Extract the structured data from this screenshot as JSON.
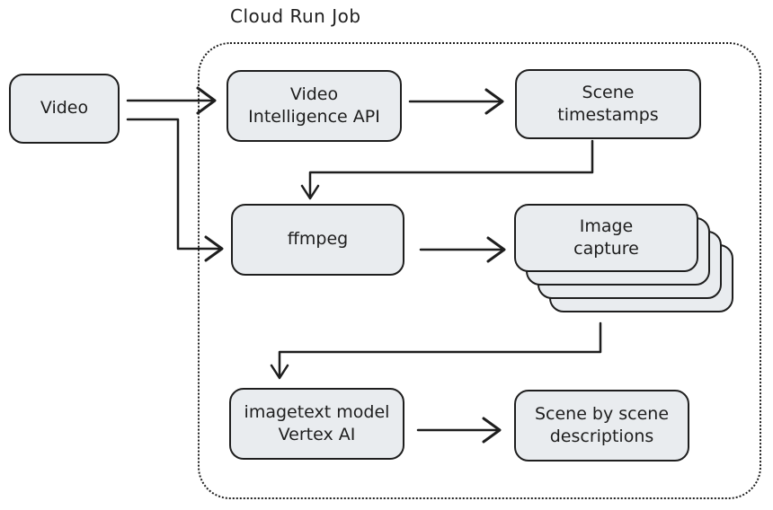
{
  "title": "Cloud Run Job",
  "colors": {
    "background": "#ffffff",
    "node_fill": "#e9ecef",
    "stroke": "#1e1e1e"
  },
  "nodes": {
    "video": {
      "label": "Video"
    },
    "video_intelligence": {
      "label": "Video\nIntelligence API"
    },
    "scene_timestamps": {
      "label": "Scene\ntimestamps"
    },
    "ffmpeg": {
      "label": "ffmpeg"
    },
    "image_capture": {
      "label": "Image\ncapture",
      "stack_count": 4
    },
    "imagetext_model": {
      "label": "imagetext model\nVertex AI"
    },
    "scene_descriptions": {
      "label": "Scene by scene\ndescriptions"
    }
  }
}
